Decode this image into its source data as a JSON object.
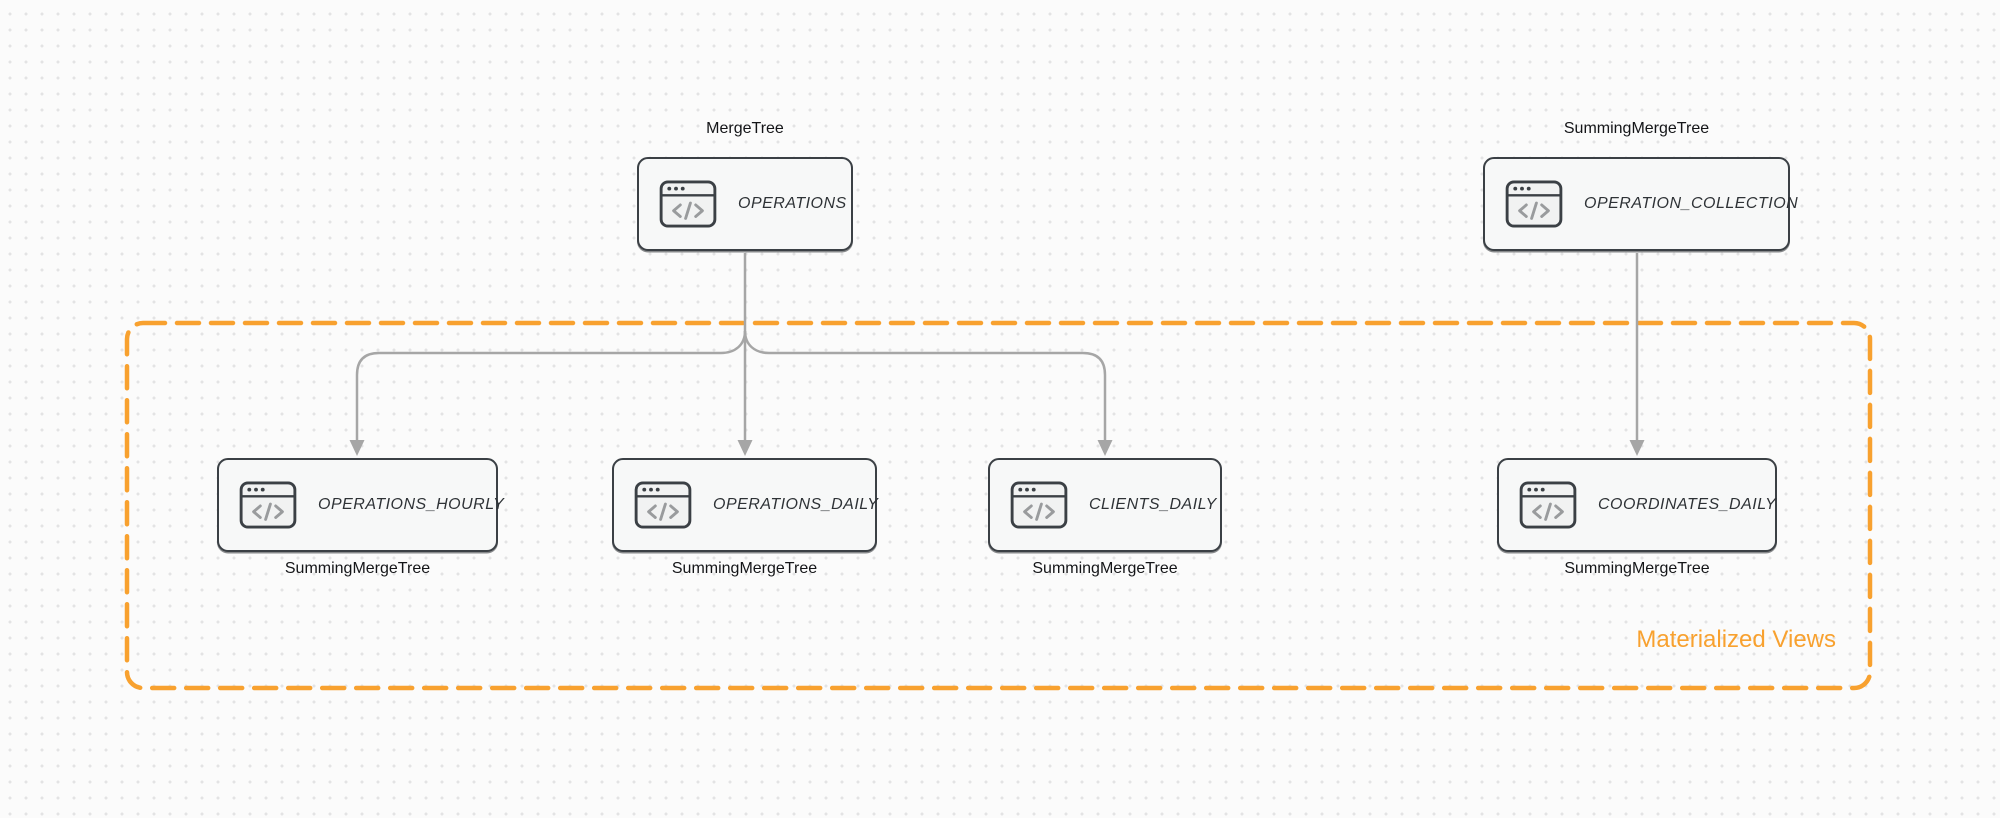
{
  "colors": {
    "background": "#fbfbfb",
    "dot_grid": "#e3e3e4",
    "node_border": "#3b4045",
    "node_fill": "#f7f8f8",
    "edge_gray": "#a6a6a6",
    "accent_orange": "#f8a12f"
  },
  "diagram": {
    "group": {
      "label": "Materialized Views",
      "color": "#f8a12f"
    },
    "nodes": [
      {
        "id": "operations",
        "table": "OPERATIONS",
        "engine": "MergeTree",
        "engine_label_position": "top",
        "icon": "code-window-icon"
      },
      {
        "id": "operation-collection",
        "table": "OPERATION_COLLECTION",
        "engine": "SummingMergeTree",
        "engine_label_position": "top",
        "icon": "code-window-icon"
      },
      {
        "id": "operations-hourly",
        "table": "OPERATIONS_HOURLY",
        "engine": "SummingMergeTree",
        "engine_label_position": "bottom",
        "icon": "code-window-icon"
      },
      {
        "id": "operations-daily",
        "table": "OPERATIONS_DAILY",
        "engine": "SummingMergeTree",
        "engine_label_position": "bottom",
        "icon": "code-window-icon"
      },
      {
        "id": "clients-daily",
        "table": "CLIENTS_DAILY",
        "engine": "SummingMergeTree",
        "engine_label_position": "bottom",
        "icon": "code-window-icon"
      },
      {
        "id": "coordinates-daily",
        "table": "COORDINATES_DAILY",
        "engine": "SummingMergeTree",
        "engine_label_position": "bottom",
        "icon": "code-window-icon"
      }
    ],
    "edges": [
      {
        "from": "OPERATIONS",
        "to": "OPERATIONS_HOURLY"
      },
      {
        "from": "OPERATIONS",
        "to": "OPERATIONS_DAILY"
      },
      {
        "from": "OPERATIONS",
        "to": "CLIENTS_DAILY"
      },
      {
        "from": "OPERATION_COLLECTION",
        "to": "COORDINATES_DAILY"
      }
    ]
  }
}
